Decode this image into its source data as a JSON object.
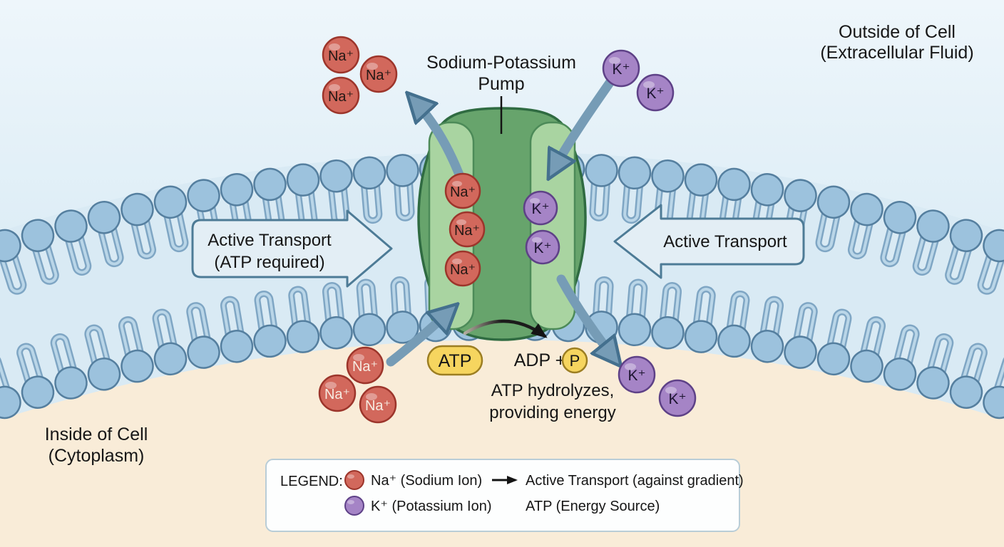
{
  "labels": {
    "outside_line1": "Outside of Cell",
    "outside_line2": "(Extracellular Fluid)",
    "inside_line1": "Inside of Cell",
    "inside_line2": "(Cytoplasm)",
    "title_line1": "Sodium-Potassium",
    "title_line2": "Pump",
    "active_left_line1": "Active Transport",
    "active_left_line2": "(ATP required)",
    "active_right": "Active Transport",
    "atp": "ATP",
    "adp_plus": "ADP +",
    "phosphate": "P",
    "hydrolyze_line1": "ATP hydrolyzes,",
    "hydrolyze_line2": "providing energy",
    "na": "Na⁺",
    "k": "K⁺"
  },
  "legend": {
    "heading": "LEGEND:",
    "na_item": "Na⁺ (Sodium Ion)",
    "k_item": "K⁺ (Potassium Ion)",
    "arrow_item": "Active Transport (against gradient)",
    "atp_item": "ATP (Energy Source)"
  },
  "colors": {
    "extracellular_bg_top": "#eef6fb",
    "extracellular_bg_bottom": "#cbe3f1",
    "cytoplasm_bg": "#f9ecd8",
    "membrane_band": "#d9eaf4",
    "lipid_head": "#9cc2dd",
    "lipid_outline": "#557f9f",
    "pump_body": "#67a46c",
    "pump_channel": "#a9d4a1",
    "pump_outline": "#2f6b41",
    "sodium_ion": "#d2685c",
    "sodium_outline": "#9c352b",
    "potassium_ion": "#a584c6",
    "potassium_outline": "#5e4187",
    "atp_fill": "#f6d55f",
    "atp_outline": "#9c7e22",
    "transport_arrow": "#769cb6",
    "transport_arrow_outline": "#44708e",
    "label_arrow_fill": "#e3eef5",
    "label_arrow_outline": "#4d7b96"
  }
}
